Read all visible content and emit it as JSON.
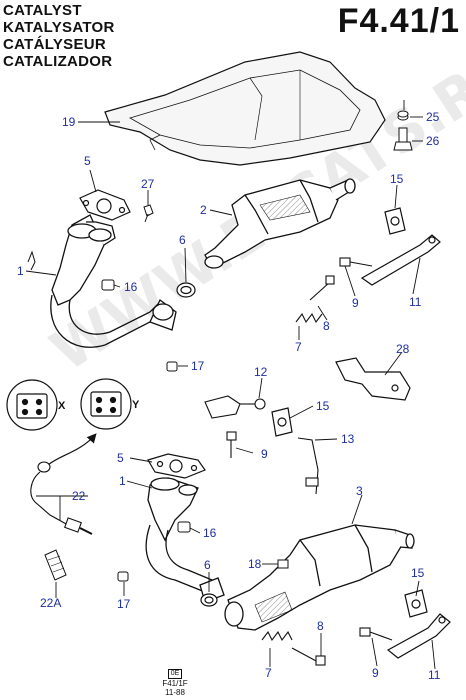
{
  "title_lines": [
    "CATALYST",
    "KATALYSATOR",
    "CATÁLYSEUR",
    "CATALIZADOR"
  ],
  "page_code": "F4.41/1",
  "watermark": "WWW.ELCATS.RU",
  "footer": {
    "box": "0E",
    "code": "F41/1F",
    "date": "11-88"
  },
  "connector_pins": {
    "x": "X",
    "y": "Y"
  },
  "callouts": {
    "c1a": "1",
    "c1b": "1",
    "c2": "2",
    "c3": "3",
    "c5a": "5",
    "c5b": "5",
    "c6a": "6",
    "c6b": "6",
    "c7a": "7",
    "c7b": "7",
    "c8a": "8",
    "c8b": "8",
    "c9a": "9",
    "c9b": "9",
    "c9c": "9",
    "c11a": "11",
    "c11b": "11",
    "c12": "12",
    "c13": "13",
    "c15a": "15",
    "c15b": "15",
    "c15c": "15",
    "c16a": "16",
    "c16b": "16",
    "c17a": "17",
    "c17b": "17",
    "c18": "18",
    "c19": "19",
    "c22": "22",
    "c22a": "22A",
    "c25": "25",
    "c26": "26",
    "c27": "27",
    "c28": "28"
  },
  "colors": {
    "callout": "#1f2fa0",
    "line": "#111111",
    "paper": "#ffffff"
  }
}
